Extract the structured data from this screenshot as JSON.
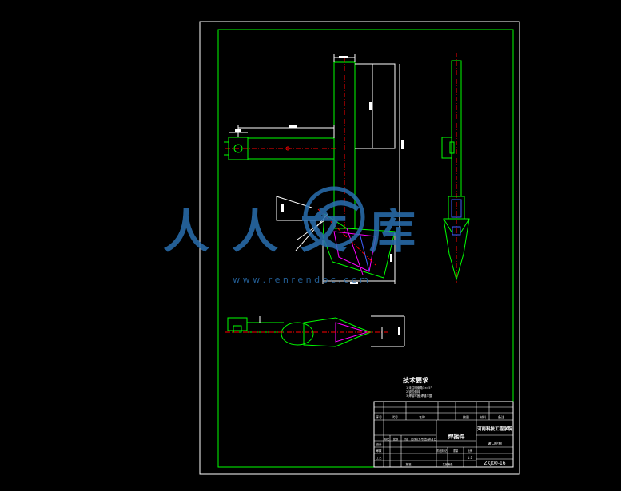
{
  "drawing": {
    "tech_requirements_title": "技术要求",
    "tech_requirements_lines": [
      "1.未注明倒角1×45°",
      "2.锐边倒钝",
      "3.焊接牢固,焊缝平整"
    ]
  },
  "title_block": {
    "part_name": "焊接件",
    "school": "河南科技工程学院",
    "drawing_number": "ZKJ00-16",
    "scale_value": "1:1",
    "headers": [
      "序号",
      "代号",
      "名称",
      "数量",
      "材料",
      "备注"
    ],
    "rows": [
      "标记",
      "处数",
      "分区",
      "更改文件号",
      "签名",
      "年月日"
    ],
    "labels": [
      "设计",
      "审核",
      "工艺",
      "批准",
      "阶段标记",
      "重量",
      "比例",
      "共张第张",
      "破口挖掘"
    ]
  },
  "watermark": {
    "text": "人人文库",
    "url": "w w w . r e n r e n d o c . c o m"
  },
  "colors": {
    "background": "#000000",
    "frame": "#ffffff",
    "inner_frame": "#00ff00",
    "center_line": "#ff0000",
    "dimension": "#ffffff",
    "hidden": "#ff00ff",
    "blue": "#4060ff",
    "watermark": "#2a6fb0"
  }
}
